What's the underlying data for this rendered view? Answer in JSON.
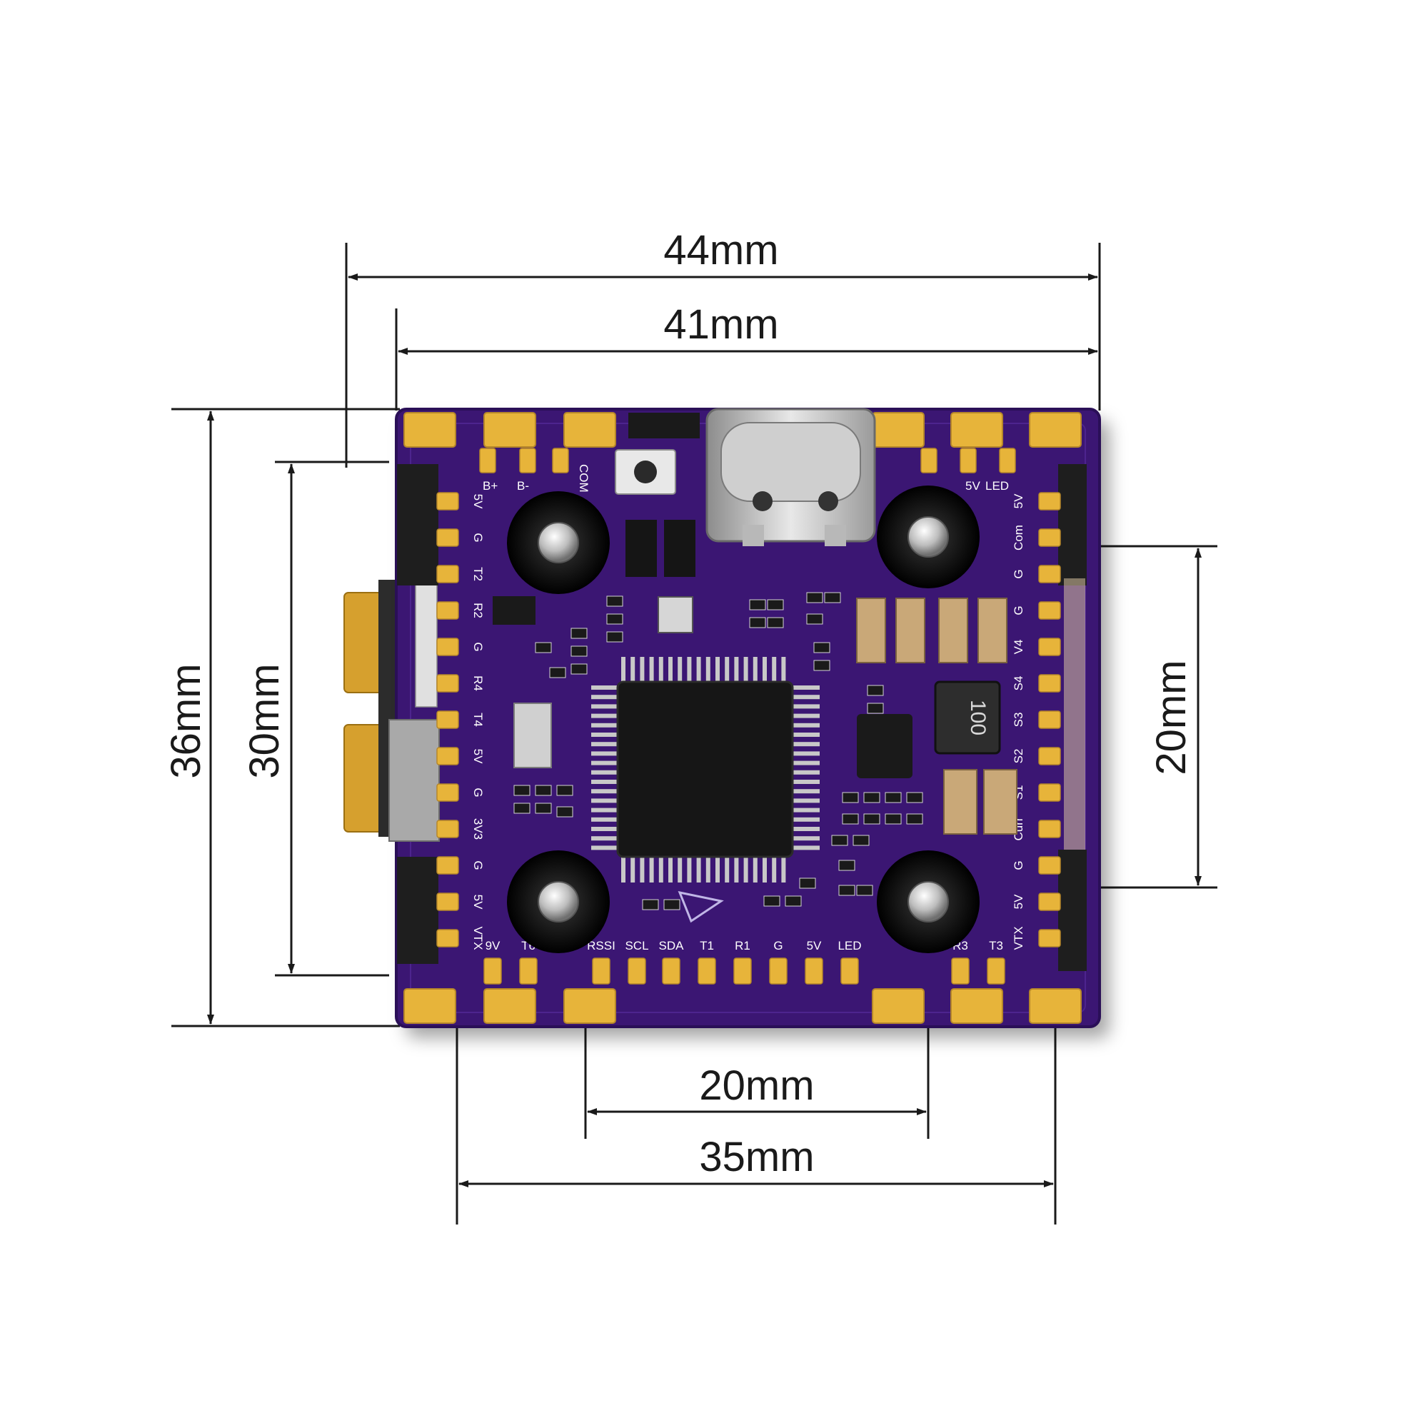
{
  "dimensions": {
    "outer_width": "44mm",
    "mount_width": "41mm",
    "outer_height": "36mm",
    "mount_height": "30mm",
    "right_spacing": "20mm",
    "bottom_spacing": "20mm",
    "bottom_width": "35mm"
  },
  "board": {
    "top_labels": [
      "B+",
      "B-",
      "COM",
      "5V",
      "LED"
    ],
    "left_labels": [
      "5V",
      "G",
      "T2",
      "R2",
      "G",
      "R4",
      "T4",
      "5V",
      "G",
      "3V3",
      "G",
      "5V",
      "VTX"
    ],
    "right_labels": [
      "5V",
      "Com",
      "G",
      "G",
      "V4",
      "S4",
      "S3",
      "S2",
      "S1",
      "Curr",
      "G",
      "5V",
      "VTX"
    ],
    "bottom_labels": [
      "9V",
      "T6",
      "RSSI",
      "SCL",
      "SDA",
      "T1",
      "R1",
      "G",
      "5V",
      "LED",
      "R3",
      "T3"
    ],
    "inductor_text": "100",
    "colors": {
      "pcb": "#3a1673",
      "pcb_edge": "#2a0f57",
      "pad": "#e7b43a",
      "mcu": "#161616"
    }
  }
}
